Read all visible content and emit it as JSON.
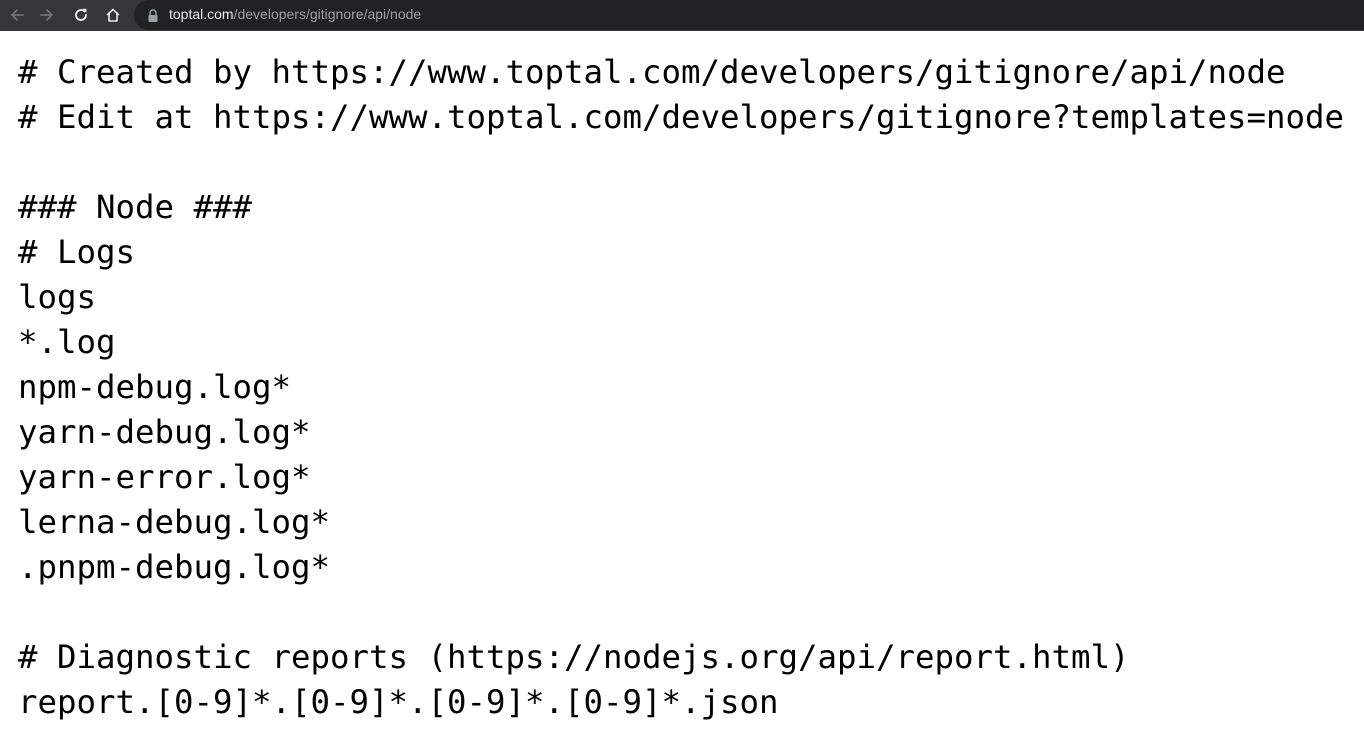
{
  "browser": {
    "url_host": "toptal.com",
    "url_path": "/developers/gitignore/api/node",
    "icons": {
      "back": "arrow-left-icon",
      "forward": "arrow-right-icon",
      "reload": "reload-icon",
      "home": "home-icon",
      "secure": "lock-icon"
    },
    "colors": {
      "toolbar": "#35363a",
      "omnibox": "#202124",
      "host_text": "#e8eaed",
      "path_text": "#9aa0a6"
    }
  },
  "page": {
    "lines": [
      "# Created by https://www.toptal.com/developers/gitignore/api/node",
      "# Edit at https://www.toptal.com/developers/gitignore?templates=node",
      "",
      "### Node ###",
      "# Logs",
      "logs",
      "*.log",
      "npm-debug.log*",
      "yarn-debug.log*",
      "yarn-error.log*",
      "lerna-debug.log*",
      ".pnpm-debug.log*",
      "",
      "# Diagnostic reports (https://nodejs.org/api/report.html)",
      "report.[0-9]*.[0-9]*.[0-9]*.[0-9]*.json"
    ]
  }
}
